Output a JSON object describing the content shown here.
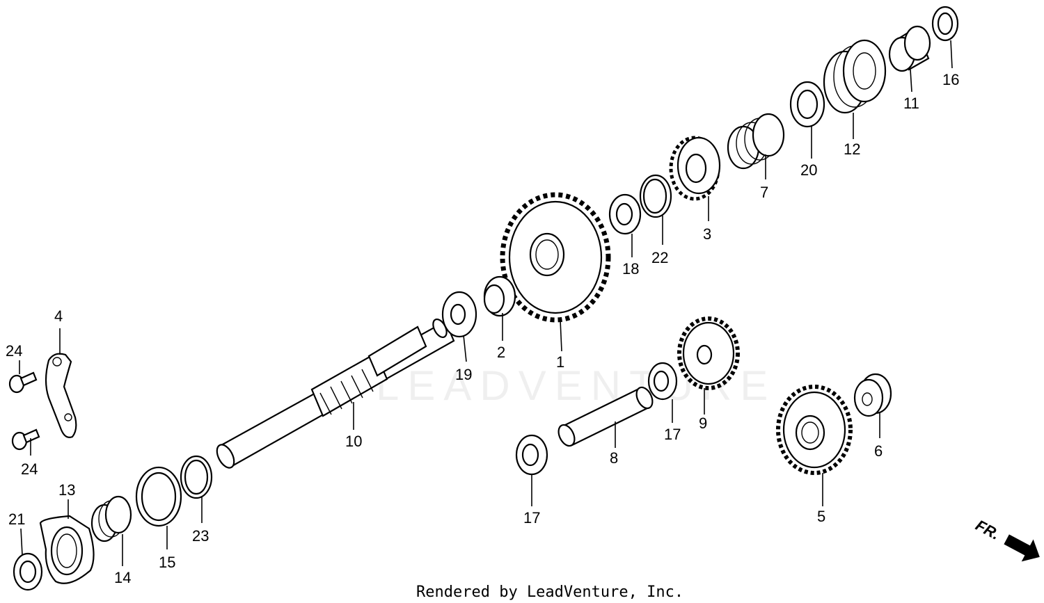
{
  "watermark": "LEADVENTURE",
  "footer": "Rendered by LeadVenture, Inc.",
  "fr_arrow_label": "FR.",
  "callouts": [
    {
      "id": "c1",
      "label": "1"
    },
    {
      "id": "c2",
      "label": "2"
    },
    {
      "id": "c3",
      "label": "3"
    },
    {
      "id": "c4",
      "label": "4"
    },
    {
      "id": "c5",
      "label": "5"
    },
    {
      "id": "c6",
      "label": "6"
    },
    {
      "id": "c7",
      "label": "7"
    },
    {
      "id": "c8",
      "label": "8"
    },
    {
      "id": "c9",
      "label": "9"
    },
    {
      "id": "c10",
      "label": "10"
    },
    {
      "id": "c11",
      "label": "11"
    },
    {
      "id": "c12",
      "label": "12"
    },
    {
      "id": "c13",
      "label": "13"
    },
    {
      "id": "c14",
      "label": "14"
    },
    {
      "id": "c15",
      "label": "15"
    },
    {
      "id": "c16",
      "label": "16"
    },
    {
      "id": "c17a",
      "label": "17"
    },
    {
      "id": "c17b",
      "label": "17"
    },
    {
      "id": "c18",
      "label": "18"
    },
    {
      "id": "c19",
      "label": "19"
    },
    {
      "id": "c20",
      "label": "20"
    },
    {
      "id": "c21",
      "label": "21"
    },
    {
      "id": "c22",
      "label": "22"
    },
    {
      "id": "c23",
      "label": "23"
    },
    {
      "id": "c24a",
      "label": "24"
    },
    {
      "id": "c24b",
      "label": "24"
    }
  ]
}
